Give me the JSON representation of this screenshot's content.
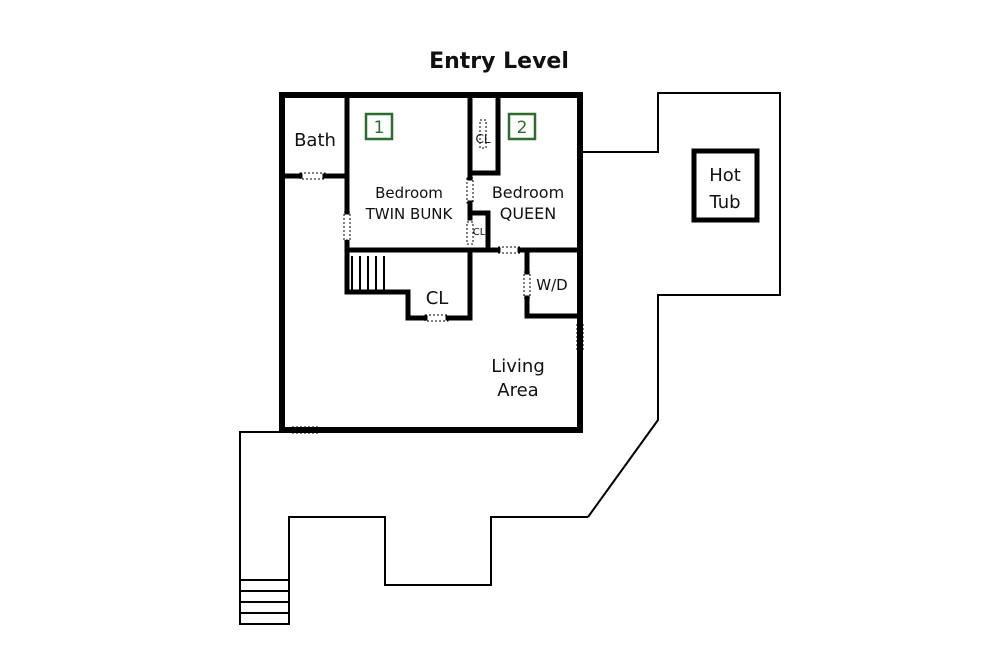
{
  "title": "Entry Level",
  "colors": {
    "wall": "#000000",
    "badge": "#2e6b2e",
    "background": "#ffffff"
  },
  "rooms": {
    "bath": "Bath",
    "bedroom1": {
      "number": "1",
      "line1": "Bedroom",
      "line2": "TWIN BUNK"
    },
    "bedroom2": {
      "number": "2",
      "line1": "Bedroom",
      "line2": "QUEEN"
    },
    "closet_bed2": "CL",
    "closet_small": "CL",
    "closet_hall": "CL",
    "laundry": "W/D",
    "living": {
      "line1": "Living",
      "line2": "Area"
    },
    "hot_tub": {
      "line1": "Hot",
      "line2": "Tub"
    }
  }
}
